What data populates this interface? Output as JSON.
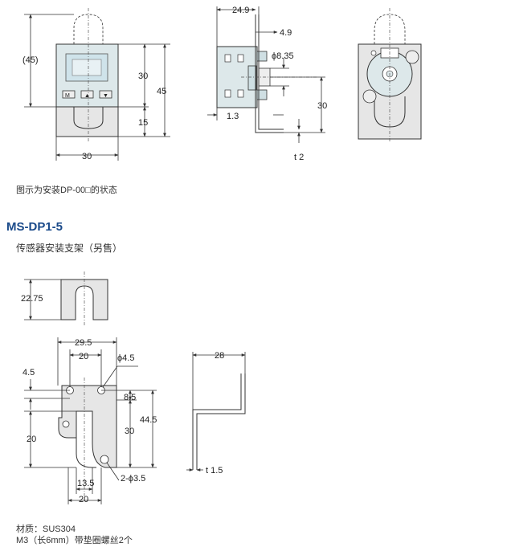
{
  "top_view": {
    "dims": {
      "height_45_paren": "(45)",
      "height_30": "30",
      "height_45": "45",
      "height_15": "15",
      "width_30": "30",
      "width_24_9": "24.9",
      "dim_4_9": "4.9",
      "dia_8_35": "ϕ8.35",
      "dim_1_3": "1.3",
      "height_30_side": "30",
      "thick_t2": "t 2"
    },
    "buttons": [
      "M",
      "▲",
      "▼"
    ]
  },
  "caption_top": "图示为安装DP-00□的状态",
  "section": {
    "title": "MS-DP1-5",
    "subtitle": "传感器安装支架（另售）"
  },
  "bottom_view": {
    "dims": {
      "h_22_75": "22.75",
      "w_29_5": "29.5",
      "w_20_top": "20",
      "dia_4_5": "ϕ4.5",
      "left_4_5": "4.5",
      "dim_8_5": "8.5",
      "dim_44_5": "44.5",
      "left_20": "20",
      "dim_30": "30",
      "w_13_5": "13.5",
      "holes_2_3_5": "2-ϕ3.5",
      "w_20_bottom": "20",
      "side_28": "28",
      "thick_t1_5": "t 1.5"
    }
  },
  "notes": {
    "material": "材质：SUS304",
    "screws": "M3（长6mm）带垫圈螺丝2个"
  }
}
